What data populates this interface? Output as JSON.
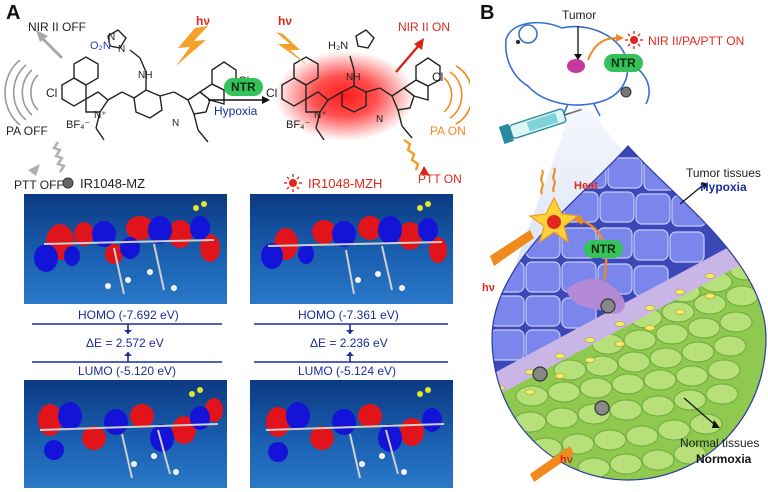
{
  "panel_a": {
    "letter": "A",
    "nir_off": "NIR II OFF",
    "pa_off": "PA OFF",
    "ptt_off": "PTT OFF",
    "hv_left": "hν",
    "hv_right": "hν",
    "ntr": "NTR",
    "hypoxia": "Hypoxia",
    "nir_on": "NIR II ON",
    "pa_on": "PA ON",
    "ptt_on": "PTT ON",
    "cl": "Cl",
    "bf4": "BF₄⁻",
    "no2": "O₂N",
    "h2n": "H₂N",
    "mol_left": "IR1048-MZ",
    "mol_right": "IR1048-MZH",
    "homo_left": "HOMO (-7.692 eV)",
    "homo_right": "HOMO (-7.361 eV)",
    "de_left": "ΔE = 2.572 eV",
    "de_right": "ΔE = 2.236 eV",
    "lumo_left": "LUMO (-5.120 eV)",
    "lumo_right": "LUMO (-5.124 eV)"
  },
  "panel_b": {
    "letter": "B",
    "tumor": "Tumor",
    "ntr": "NTR",
    "nir_pa_ptt": "NIR II/PA/PTT ON",
    "heat": "Heat",
    "hv_top": "hν",
    "hv_bottom": "hν",
    "ntr_inner": "NTR",
    "tumor_tissues": "Tumor tissues",
    "hypoxia": "Hypoxia",
    "normal_tissues": "Normal tissues",
    "normoxia": "Normoxia"
  },
  "colors": {
    "red": "#e0281c",
    "orange": "#f08a1c",
    "ntr_green": "#35c25a",
    "hypoxia_blue": "#1a2ca0",
    "tumor_cell": "#6f78e6",
    "normal_cell": "#b7e07a"
  }
}
